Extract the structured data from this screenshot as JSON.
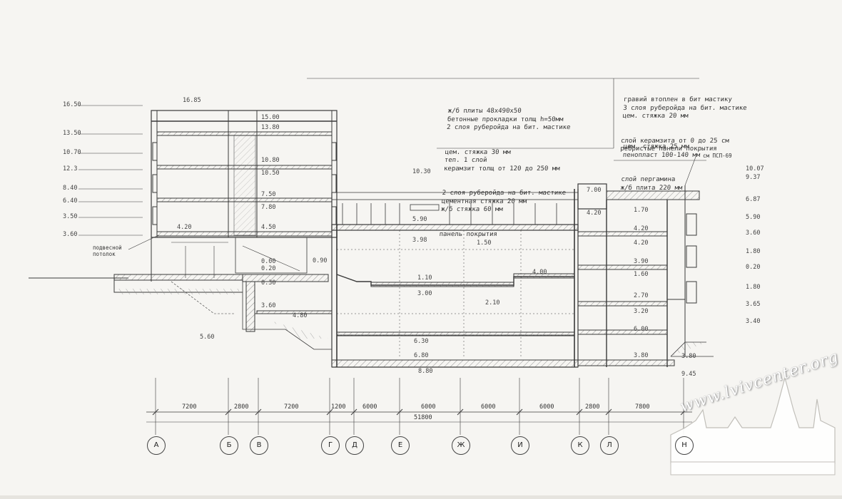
{
  "notes": {
    "left": [
      "ж/б плиты 48x490х50",
      "бетонные прокладки толщ h=50мм",
      "2 слоя руберойда на бит. мастике",
      "цем. стяжка 30 мм",
      "теп. 1 слой",
      "керамзит толщ от 120 до 250 мм",
      "2 слоя руберойда на бит. мастике",
      "цементная стяжка 20 мм",
      "ж/б стяжка 60 мм",
      "панель покрытия"
    ],
    "right_top": [
      "гравий втоплен в бит мастику",
      "3 слоя руберойда на бит. мастике",
      "цем. стяжка 20 мм",
      "слой керамзита от 0 до 25 см",
      "ребристые панели покрытия"
    ],
    "right_bottom": [
      "цем. стяжка 25 мм",
      "пенопласт 100-140 мм",
      "слой пергамина",
      "ж/б плита 220 мм"
    ],
    "callout": "см ПСП-69",
    "side_label": "подвесной потолок"
  },
  "levels_left": [
    "16.50",
    "13.50",
    "10.70",
    "12.3",
    "8.40",
    "6.40",
    "3.50",
    "3.60"
  ],
  "levels_right": [
    "10.07",
    "9.37",
    "6.87",
    "5.90",
    "3.60",
    "1.80",
    "0.20",
    "1.80",
    "3.65",
    "3.40"
  ],
  "marks": [
    "16.85",
    "15.00",
    "13.80",
    "10.80",
    "10.50",
    "7.50",
    "7.80",
    "4.50",
    "4.20",
    "10.30",
    "5.90",
    "3.98",
    "1.50",
    "0.90",
    "0.20",
    "4.00",
    "1.10",
    "3.00",
    "3.60",
    "4.80",
    "0.30",
    "2.10",
    "6.30",
    "6.80",
    "5.60",
    "7.00",
    "4.20",
    "1.70",
    "3.20",
    "6.00",
    "3.80",
    "8.80",
    "9.45",
    "4.20",
    "4.20",
    "3.90",
    "2.70",
    "1.60",
    "0.00",
    "3.80"
  ],
  "dimensions": {
    "spans": [
      "7200",
      "2800",
      "7200",
      "1200",
      "6000",
      "6000",
      "6000",
      "6000",
      "2800",
      "7800"
    ],
    "total": "51800"
  },
  "axes": [
    "А",
    "Б",
    "В",
    "Г",
    "Д",
    "Е",
    "Ж",
    "И",
    "К",
    "Л",
    "Н"
  ],
  "watermark": "www.lvivcenter.org",
  "colors": {
    "paper": "#f6f5f2",
    "ink": "#3a3a3a"
  }
}
